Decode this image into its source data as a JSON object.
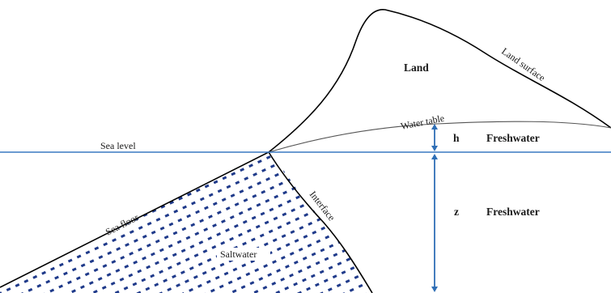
{
  "labels": {
    "land": "Land",
    "land_surface": "Land surface",
    "water_table": "Water table",
    "sea_level": "Sea level",
    "h": "h",
    "z": "z",
    "freshwater_upper": "Freshwater",
    "freshwater_lower": "Freshwater",
    "sea_floor": "Sea floor",
    "interface": "Interface",
    "saltwater": "Saltwater"
  },
  "colors": {
    "sea_level_line": "#3a78c2",
    "measure_arrow": "#2f6fb6",
    "outline": "#000000",
    "water_table_line": "#555555",
    "saltwater_dots": "#1f3a8a"
  }
}
